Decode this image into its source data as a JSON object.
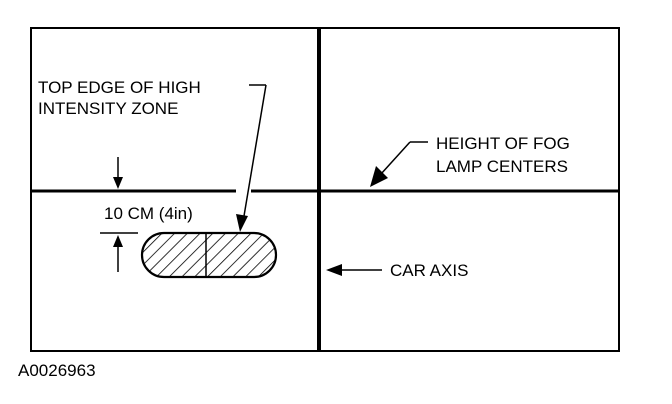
{
  "labels": {
    "top_edge_line1": "TOP EDGE OF HIGH",
    "top_edge_line2": "INTENSITY ZONE",
    "height_line1": "HEIGHT OF FOG",
    "height_line2": "LAMP CENTERS",
    "distance": "10 CM (4in)",
    "car_axis": "CAR AXIS"
  },
  "figure_id": "A0026963"
}
